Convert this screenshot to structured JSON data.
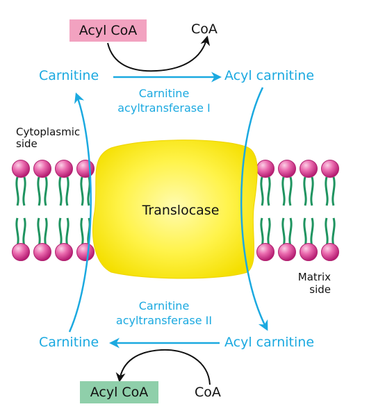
{
  "top": {
    "acyl_coa": "Acyl CoA",
    "coa": "CoA",
    "carnitine": "Carnitine",
    "acyl_carnitine": "Acyl carnitine",
    "enzyme_line1": "Carnitine",
    "enzyme_line2": "acyltransferase I"
  },
  "membrane": {
    "cytoplasmic_line1": "Cytoplasmic",
    "cytoplasmic_line2": "side",
    "translocase": "Translocase",
    "matrix_line1": "Matrix",
    "matrix_line2": "side"
  },
  "bottom": {
    "enzyme_line1": "Carnitine",
    "enzyme_line2": "acyltransferase II",
    "carnitine": "Carnitine",
    "acyl_carnitine": "Acyl carnitine",
    "acyl_coa": "Acyl CoA",
    "coa": "CoA"
  },
  "colors": {
    "label_blue": "#1ba9e0",
    "arrow_blue": "#1ba9e0",
    "acyl_coa_top_box": "#f2a2c0",
    "acyl_coa_bottom_box": "#8fcfaa",
    "translocase": "#fff200",
    "lipid_head": "#e0479a",
    "lipid_tail": "#1f9460"
  }
}
